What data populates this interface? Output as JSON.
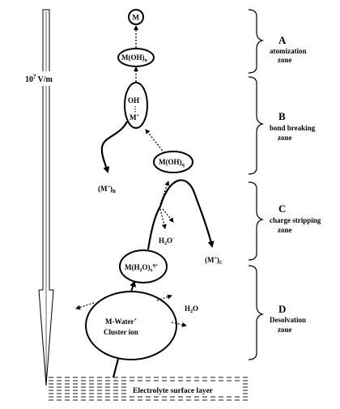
{
  "field": {
    "base": "10",
    "exponent": "7",
    "unit": "V/m"
  },
  "zones": [
    {
      "letter": "A",
      "line1": "atomization",
      "line2": "zone"
    },
    {
      "letter": "B",
      "line1": "bond breaking",
      "line2": "zone"
    },
    {
      "letter": "C",
      "line1": "charge stripping",
      "line2": "zone"
    },
    {
      "letter": "D",
      "line1": "Desolvation",
      "line2": "zone"
    }
  ],
  "species": {
    "atom": "M",
    "hydroxide_a": "M(OH)",
    "hydroxide_a_sub": "n",
    "bond_oh": "OH",
    "bond_oh_sup": "-",
    "bond_m": "M",
    "bond_m_sup": "+",
    "hydroxide_b": "M(OH)",
    "hydroxide_b_sub": "q",
    "hydrated": "M(H",
    "hydrated_2": "2",
    "hydrated_3": "O)",
    "hydrated_sub": "x",
    "hydrated_sup": "q+",
    "cluster_line1": "M-Water",
    "cluster_line1_sup": "+",
    "cluster_line2": "Cluster ion",
    "water": "H2O",
    "water_minus": "H2O",
    "water_minus_sup": "-",
    "ion_b": "(M",
    "ion_b_sup": "+",
    "ion_b_close": ")",
    "ion_b_sub": "B",
    "ion_c": "(M",
    "ion_c_sup": "+",
    "ion_c_close": ")",
    "ion_c_sub": "C"
  },
  "surface": {
    "label": "Electrolyte surface layer"
  }
}
